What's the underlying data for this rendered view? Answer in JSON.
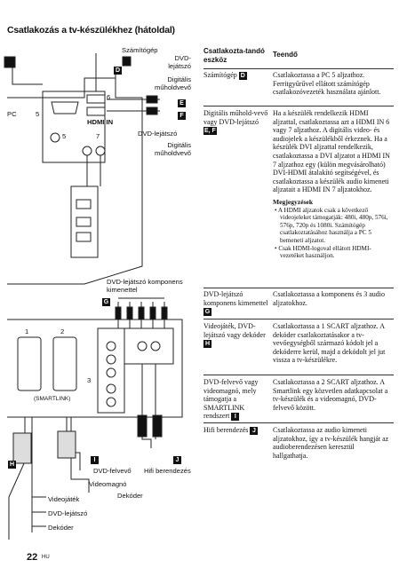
{
  "title": "Csatlakozás a tv-készülékhez (hátoldal)",
  "diagram": {
    "top_labels": {
      "computer": "Számítógép",
      "dvd_recorder": "DVD-lejátszó",
      "digital_receiver": "Digitális műholdvevő",
      "dvd_player2": "DVD-lejátszó",
      "digital_receiver2": "Digitális műholdvevő",
      "component_out": "DVD-lejátszó komponens kimenettel"
    },
    "port_labels": {
      "pc": "PC",
      "pc_num": "5",
      "num_5": "5",
      "num_7": "7",
      "num_6": "6",
      "hdmi_in": "HDMI IN",
      "smartlink": "(SMARTLINK)",
      "scart1": "1",
      "scart2": "2",
      "num_3": "3"
    },
    "badges": {
      "D": "D",
      "E": "E",
      "F": "F",
      "G": "G",
      "H": "H",
      "I": "I",
      "J": "J"
    },
    "bottom_labels": {
      "dvd_felvevo": "DVD-felvevő",
      "videomagno": "Videomagnó",
      "dekoder": "Dekóder",
      "videojatek": "Videojáték",
      "dvd_lejatszo": "DVD-lejátszó",
      "dekoder2": "Dekóder",
      "hifi": "Hifi berendezés"
    }
  },
  "table": {
    "header_col1": "Csatlakozta-tandó eszköz",
    "header_col2": "Teendő",
    "rows": [
      {
        "device": "Számítógép",
        "badge": "D",
        "action": "Csatlakoztassa a PC 5 aljzathoz. Ferritgyűrűvel ellátott számítógép csatlakozóvezeték használata ajánlott."
      },
      {
        "device": "Digitális műhold-vevő vagy DVD-lejátszó",
        "badge": "E, F",
        "action": "Ha a készülék rendelkezik HDMI aljzattal, csatlakoztassa azt a HDMI IN 6 vagy 7 aljzathoz. A digitális video- és audiojelek a készülékből érkeznek. Ha a készülék DVI aljzattal rendelkezik, csatlakoztassa a DVI aljzatot a HDMI IN 7 aljzathoz egy (külön megvásárolható) DVI-HDMI átalakító segítségével, és csatlakoztassa a készülék audio kimeneti aljzatait a HDMI IN 7 aljzatokhoz.",
        "note_title": "Megjegyzések",
        "notes": [
          "A HDMI aljzatok csak a következő videojeleket támogatják: 480i, 480p, 576i, 576p, 720p és 1080i. Számítógép csatlakoztatásához használja a PC 5 bemeneti aljzatot.",
          "Csak HDMI-logoval ellátott HDMI-vezetéket használjon."
        ]
      },
      {
        "device": "DVD-lejátszó komponens kimenettel",
        "badge": "G",
        "action": "Csatlakoztassa a komponens és 3 audio aljzatokhoz."
      },
      {
        "device": "Videojáték, DVD-lejátszó vagy dekóder",
        "badge": "H",
        "action": "Csatlakoztassa a 1 SCART aljzathoz. A dekóder csatlakoztatásakor a tv-vevőegységből származó kódolt jel a dekóderre kerül, majd a dekódolt jel jut vissza a tv-készülékre."
      },
      {
        "device": "DVD-felvevő vagy videomagnó, mely támogatja a SMARTLINK rendszert",
        "badge": "I",
        "action": "Csatlakoztassa a 2 SCART aljzathoz. A Smartlink egy közvetlen adatkapcsolat a tv-készülék és a videomagnó, DVD-felvevő között."
      },
      {
        "device": "Hifi berendezés",
        "badge": "J",
        "action": "Csatlakoztassa az audio kimeneti aljzatokhoz, így a tv-készülék hangját az audioberendezésen keresztül hallgathatja."
      }
    ]
  },
  "footer": {
    "page": "22",
    "lang": "HU"
  },
  "colors": {
    "badge_bg": "#111111",
    "line": "#222222",
    "panel": "#f2f2f2"
  }
}
